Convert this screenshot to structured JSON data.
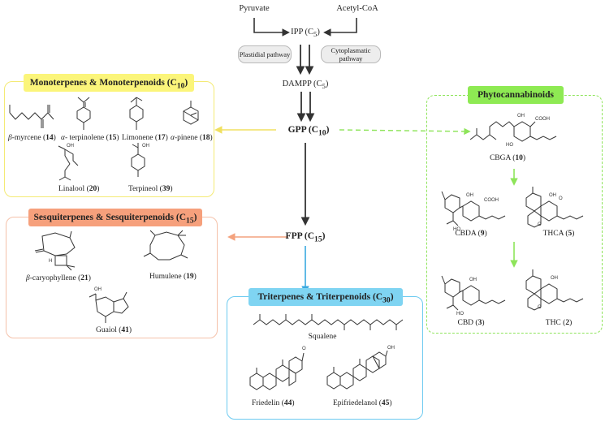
{
  "precursors": {
    "pyruvate": "Pyruvate",
    "acetyl": "Acetyl-CoA"
  },
  "ipp": {
    "name": "IPP",
    "carbon": "(C",
    "sub": "5",
    "close": ")"
  },
  "pathways": {
    "plastidial": "Plastidial pathway",
    "cytoplasmatic": "Cytoplasmatic pathway"
  },
  "dampp": {
    "name": "DAMPP",
    "carbon": "(C",
    "sub": "5",
    "close": ")"
  },
  "gpp": {
    "name": "GPP",
    "carbon": "(C",
    "sub": "10",
    "close": ")"
  },
  "fpp": {
    "name": "FPP",
    "carbon": "(C",
    "sub": "15",
    "close": ")"
  },
  "colors": {
    "mono_header": "#fbf57a",
    "mono_border": "#f4ea74",
    "sesq_header": "#f6a07c",
    "sesq_border": "#f5c2aa",
    "tri_header": "#7fd4f2",
    "tri_border": "#6ccaf0",
    "phyto_header": "#8eea53",
    "phyto_border": "#8ee45a"
  },
  "mono": {
    "title": "Monoterpenes & Monoterpenoids (C",
    "sub": "10",
    "close": ")",
    "compounds": [
      {
        "prefix": "β",
        "name": "-myrcene",
        "num": "14"
      },
      {
        "prefix": "α",
        "name": "- terpinolene",
        "num": "15"
      },
      {
        "prefix": "",
        "name": "Limonene",
        "num": "17"
      },
      {
        "prefix": "α",
        "name": "-pinene",
        "num": "18"
      },
      {
        "prefix": "",
        "name": "Linalool",
        "num": "20"
      },
      {
        "prefix": "",
        "name": "Terpineol",
        "num": "39"
      }
    ]
  },
  "sesq": {
    "title": "Sesquiterpenes & Sesquiterpenoids (C",
    "sub": "15",
    "close": ")",
    "compounds": [
      {
        "prefix": "β",
        "name": "-caryophyllene",
        "num": "21"
      },
      {
        "prefix": "",
        "name": "Humulene",
        "num": "19"
      },
      {
        "prefix": "",
        "name": "Guaiol",
        "num": "41"
      }
    ]
  },
  "tri": {
    "title": "Triterpenes & Triterpenoids (C",
    "sub": "30",
    "close": ")",
    "compounds": [
      {
        "name": "Squalene"
      },
      {
        "name": "Friedelin",
        "num": "44"
      },
      {
        "name": "Epifriedelanol",
        "num": "45"
      }
    ]
  },
  "phyto": {
    "title": "Phytocannabinoids",
    "compounds": [
      {
        "name": "CBGA",
        "num": "10"
      },
      {
        "name": "CBDA",
        "num": "9"
      },
      {
        "name": "THCA",
        "num": "5"
      },
      {
        "name": "CBD",
        "num": "3"
      },
      {
        "name": "THC",
        "num": "2"
      }
    ]
  },
  "atoms": {
    "oh": "OH",
    "ho": "HO",
    "cooh": "COOH",
    "o": "O",
    "h": "H"
  }
}
